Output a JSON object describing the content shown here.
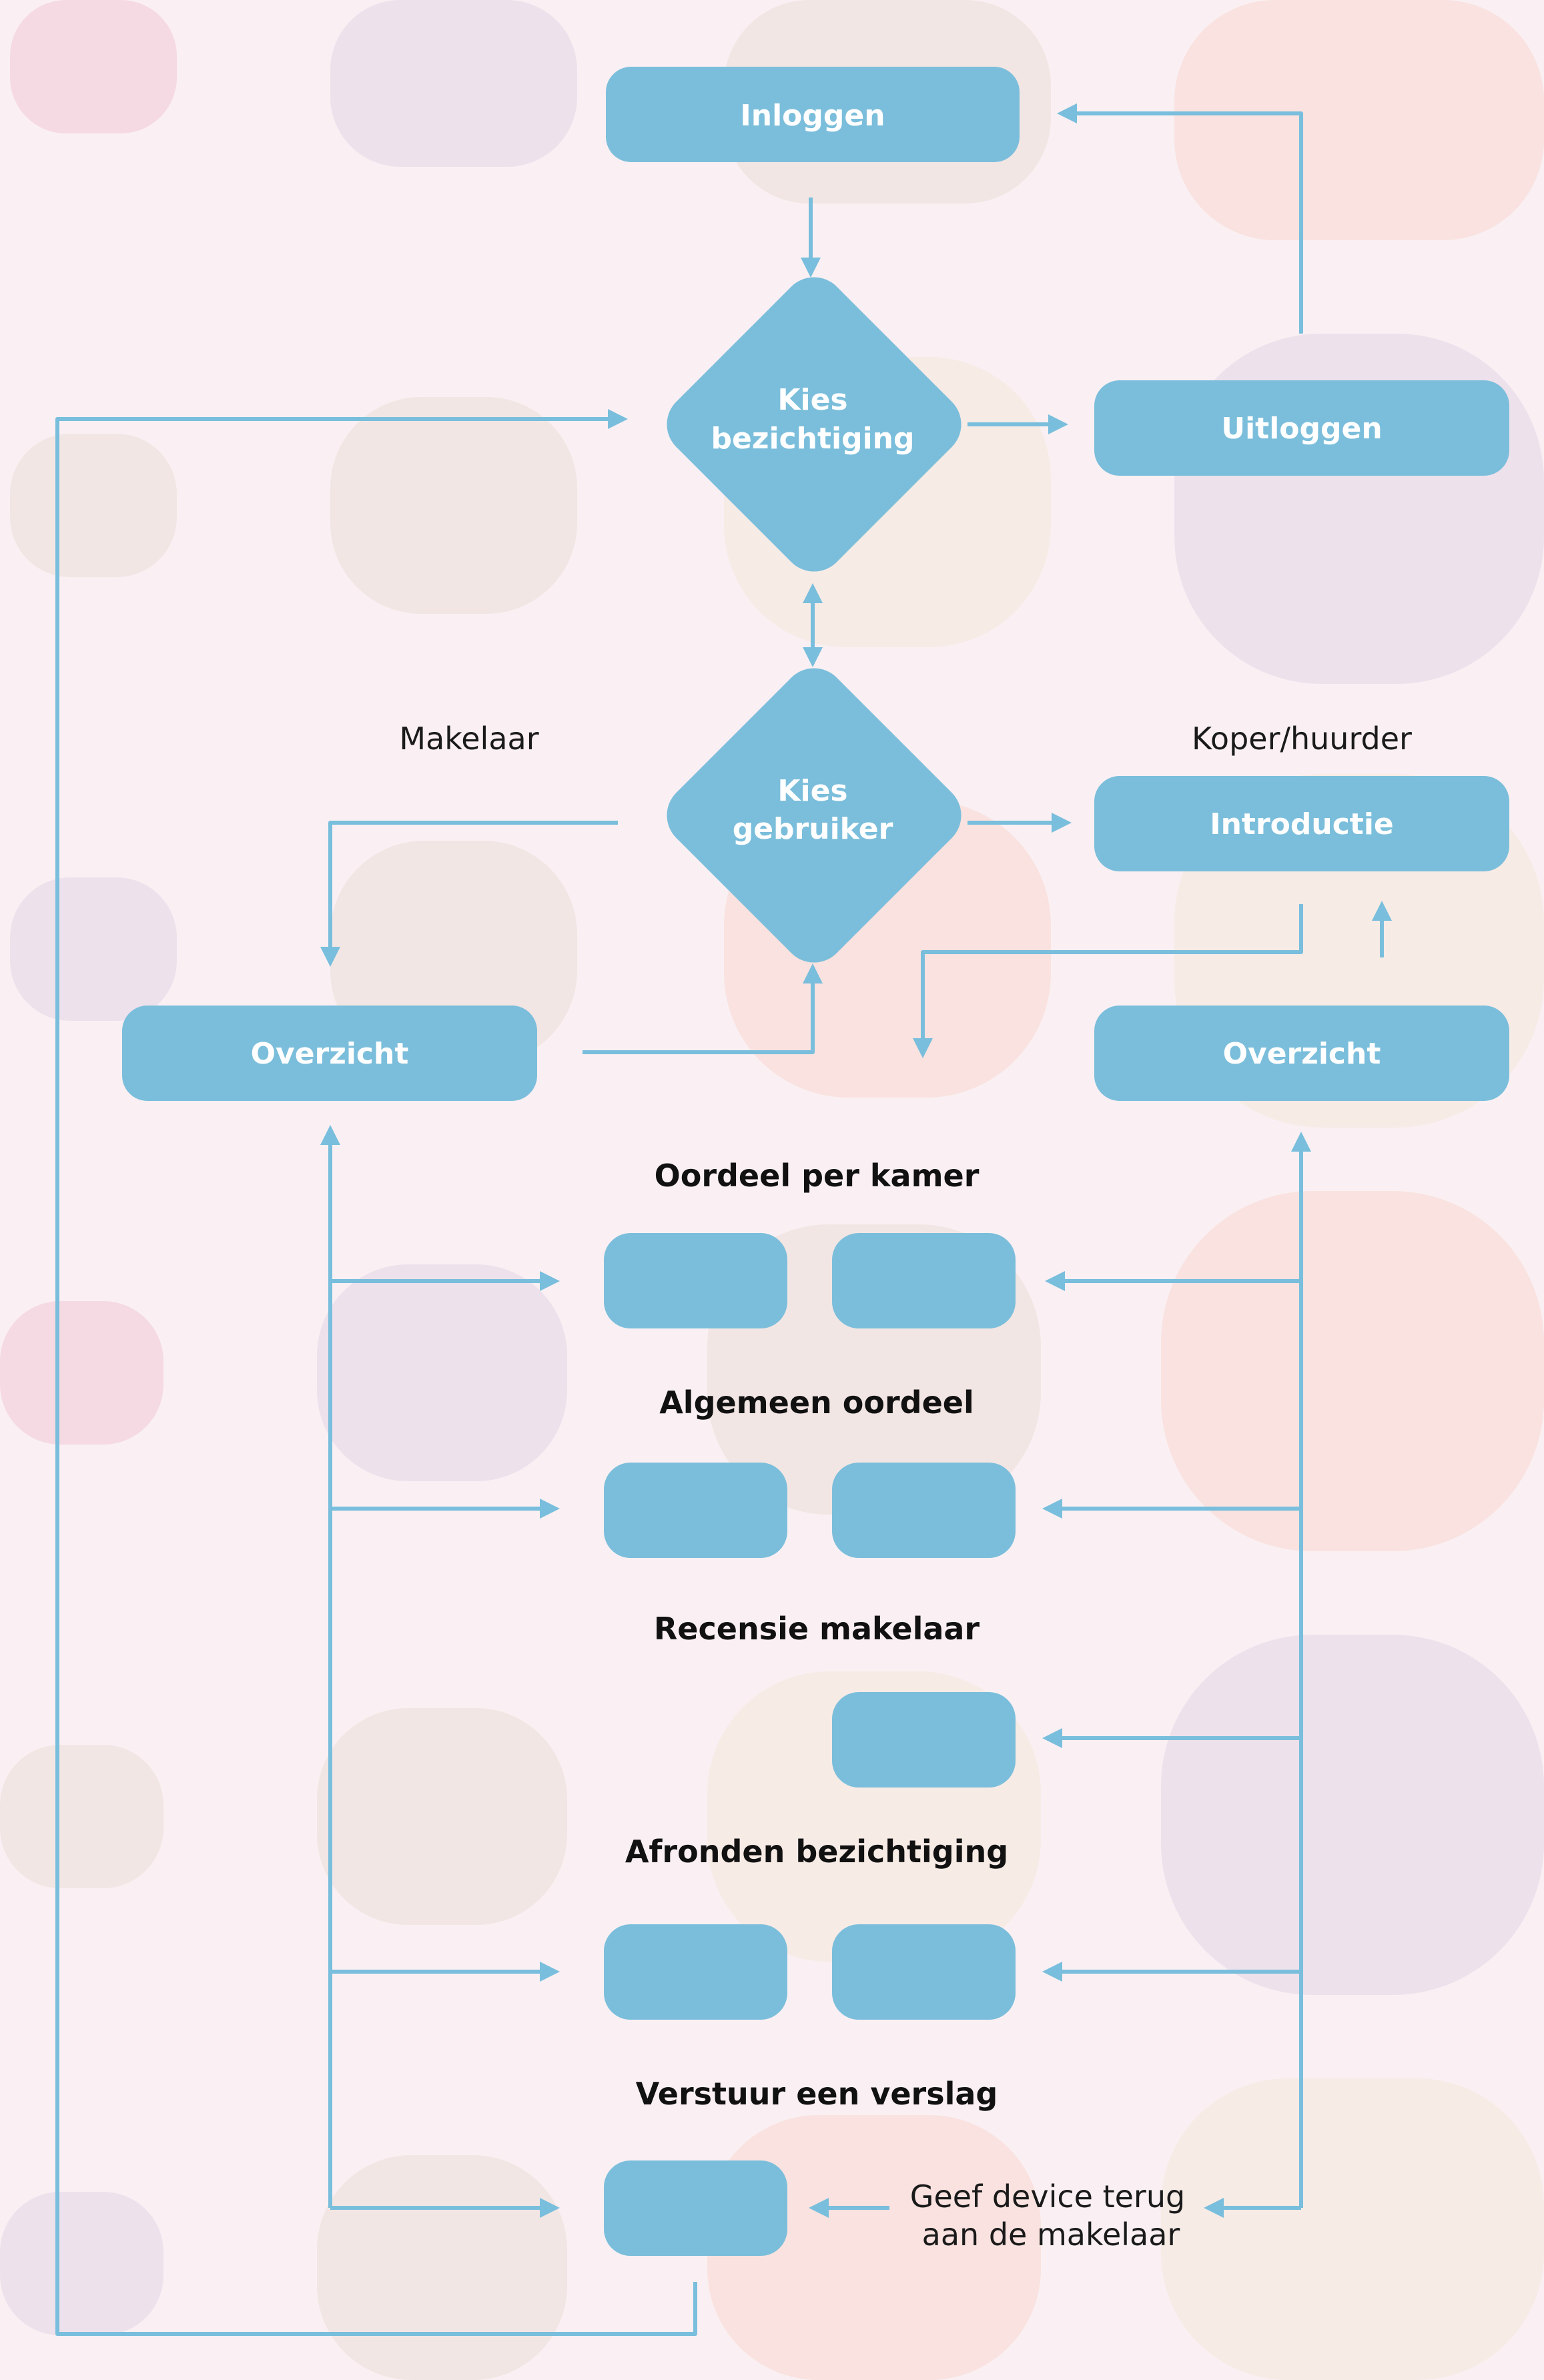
{
  "colors": {
    "background": "#faf0f3",
    "node_fill": "#7bbedb",
    "connector": "#79bedc",
    "node_text": "#ffffff",
    "heading_text": "#111111",
    "label_text": "#1a1a1a",
    "blob_pink": "#f3d2de",
    "blob_lavender": "#e8dcea",
    "blob_beige": "#efe3df",
    "blob_peach": "#f8ddd8",
    "blob_cream": "#f6e9e2"
  },
  "nodes": {
    "inloggen": "Inloggen",
    "kies_bezichtiging": [
      "Kies",
      "bezichtiging"
    ],
    "uitloggen": "Uitloggen",
    "kies_gebruiker": [
      "Kies",
      "gebruiker"
    ],
    "introductie": "Introductie",
    "overzicht_makelaar": "Overzicht",
    "overzicht_koper": "Overzicht"
  },
  "labels": {
    "makelaar": "Makelaar",
    "koper_huurder": "Koper/huurder",
    "geef_device": [
      "Geef device terug",
      "aan de makelaar"
    ]
  },
  "sections": {
    "oordeel_per_kamer": "Oordeel per kamer",
    "algemeen_oordeel": "Algemeen oordeel",
    "recensie_makelaar": "Recensie makelaar",
    "afronden_bezichtiging": "Afronden bezichtiging",
    "verstuur_verslag": "Verstuur een verslag"
  }
}
